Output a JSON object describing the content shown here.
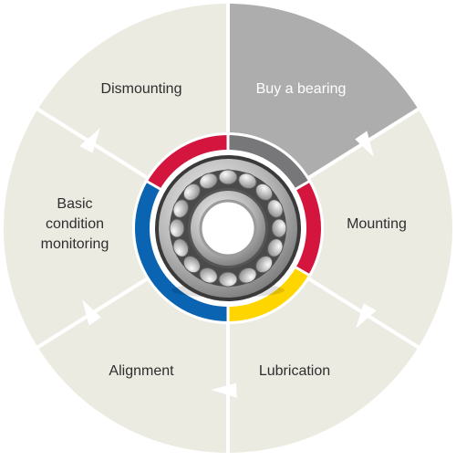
{
  "cycle": {
    "segments": [
      {
        "id": "buy",
        "label": "Buy a bearing",
        "active": true
      },
      {
        "id": "mounting",
        "label": "Mounting",
        "active": false
      },
      {
        "id": "lubrication",
        "label": "Lubrication",
        "active": false
      },
      {
        "id": "alignment",
        "label": "Alignment",
        "active": false
      },
      {
        "id": "monitoring",
        "label": "Basic\ncondition\nmonitoring",
        "active": false
      },
      {
        "id": "dismounting",
        "label": "Dismounting",
        "active": false
      }
    ],
    "colors": {
      "segment_fill": "#ecebe2",
      "segment_active_fill": "#adadad",
      "divider": "#ffffff",
      "ring_grey": "#77777a",
      "ring_red": "#d4163f",
      "ring_yellow": "#ffd500",
      "ring_blue": "#0b64b1"
    },
    "center_icon": "spherical-roller-bearing-icon"
  }
}
